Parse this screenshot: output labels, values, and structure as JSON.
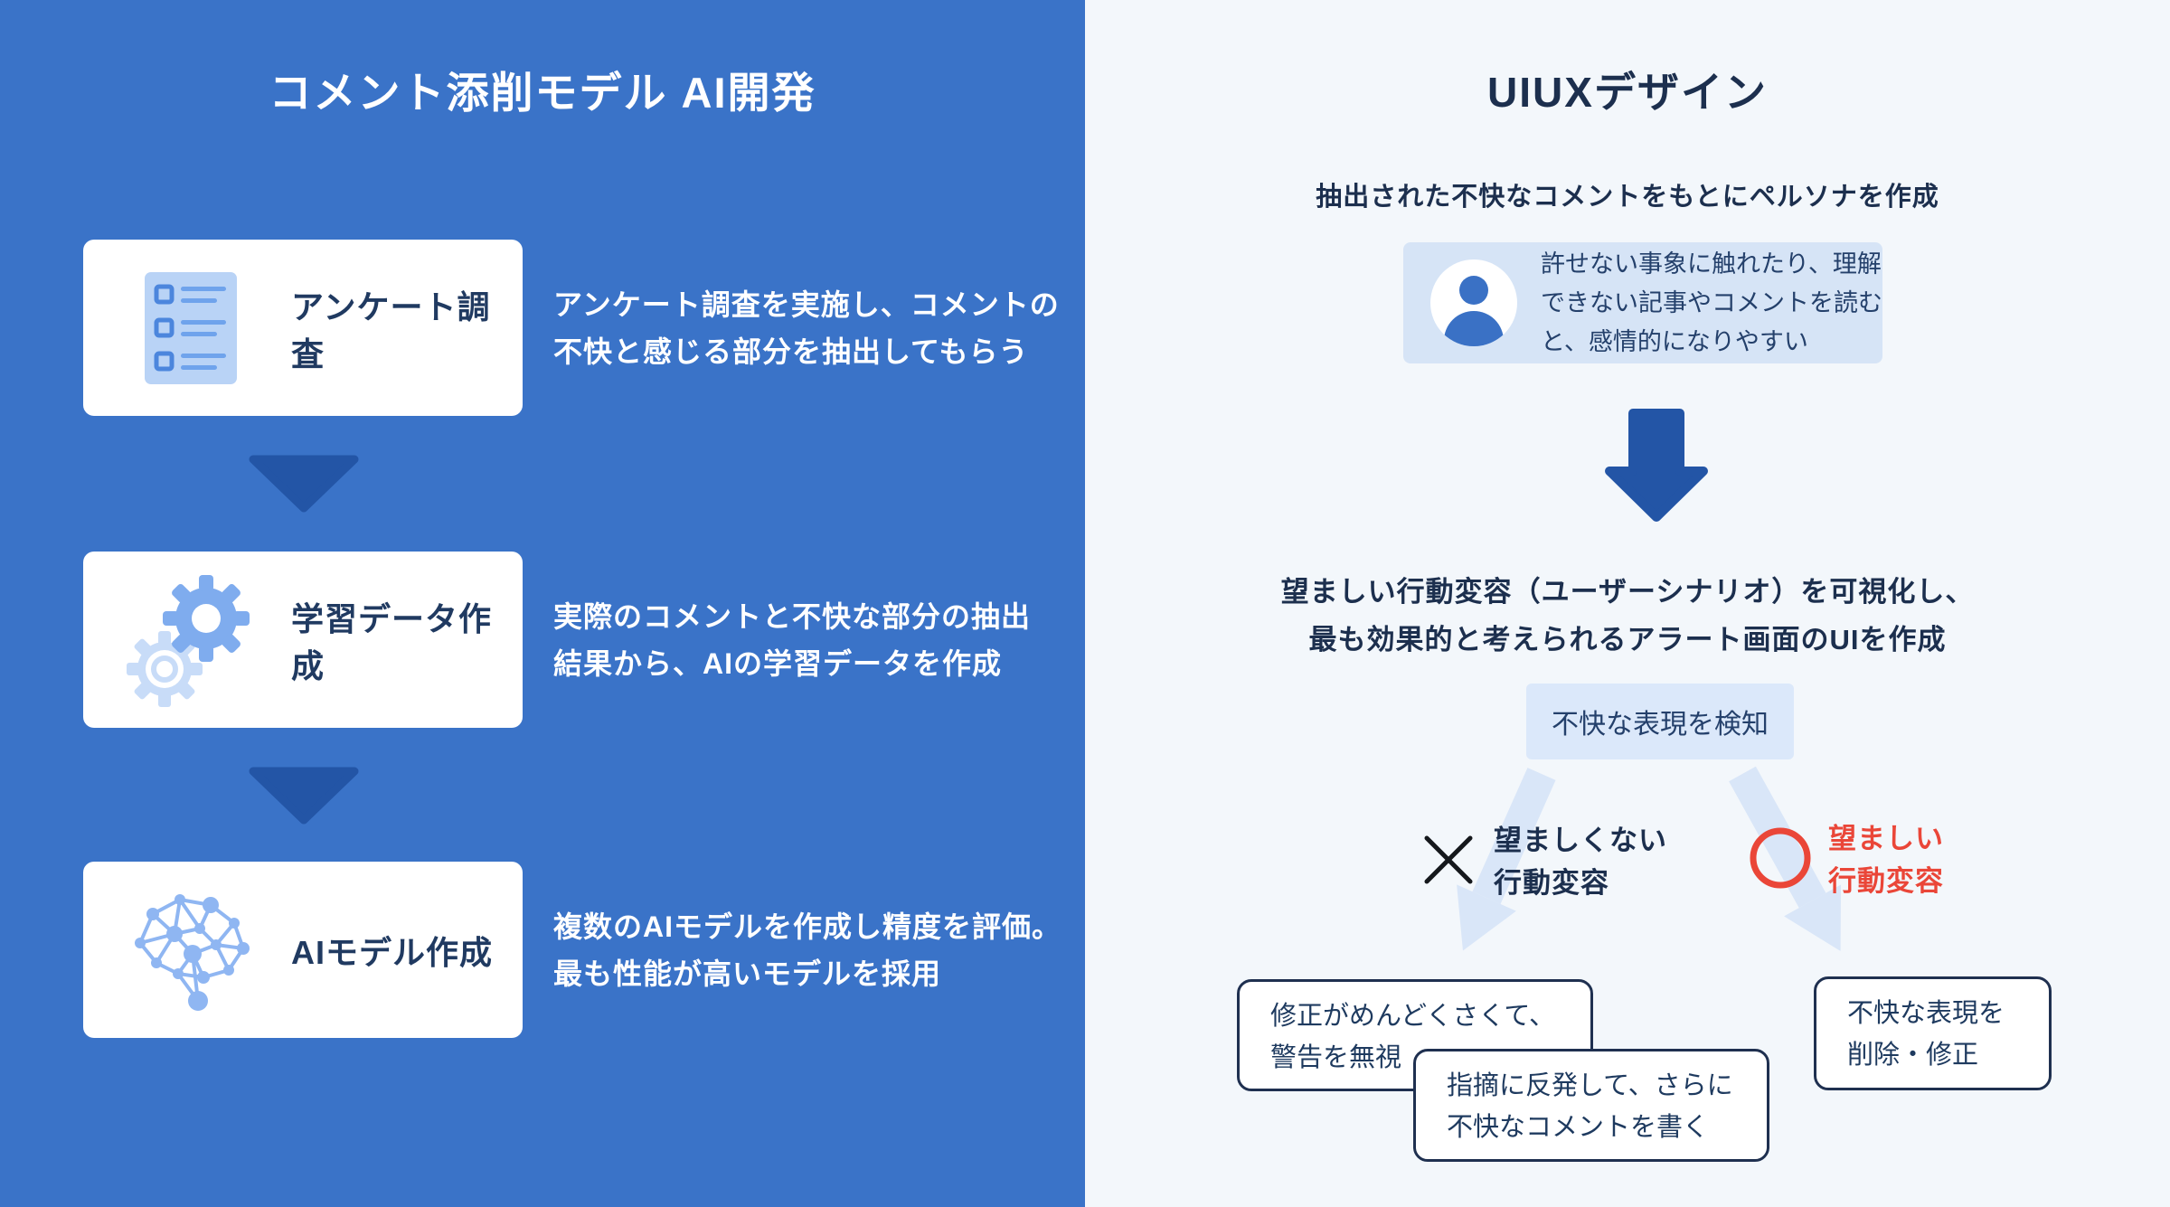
{
  "left_panel": {
    "title": "コメント添削モデル AI開発",
    "steps": [
      {
        "label": "アンケート調査",
        "icon": "survey-icon",
        "description": "アンケート調査を実施し、コメントの\n不快と感じる部分を抽出してもらう"
      },
      {
        "label": "学習データ作成",
        "icon": "gears-icon",
        "description": "実際のコメントと不快な部分の抽出\n結果から、AIの学習データを作成"
      },
      {
        "label": "AIモデル作成",
        "icon": "brain-icon",
        "description": "複数のAIモデルを作成し精度を評価。\n最も性能が高いモデルを採用"
      }
    ]
  },
  "right_panel": {
    "title": "UIUXデザイン",
    "persona_heading": "抽出された不快なコメントをもとにペルソナを作成",
    "persona_card": {
      "icon": "person-icon",
      "text": "許せない事象に触れたり、理解\nできない記事やコメントを読む\nと、感情的になりやすい"
    },
    "scenario_heading": "望ましい行動変容（ユーザーシナリオ）を可視化し、\n最も効果的と考えられるアラート画面のUIを作成",
    "detect_box_label": "不快な表現を検知",
    "branches": {
      "bad": {
        "mark": "✕",
        "icon": "x-mark-icon",
        "label": "望ましくない\n行動変容"
      },
      "good": {
        "mark": "◯",
        "icon": "circle-mark-icon",
        "label": "望ましい\n行動変容"
      }
    },
    "outcomes": [
      {
        "text": "修正がめんどくさくて、\n警告を無視"
      },
      {
        "text": "指摘に反発して、さらに\n不快なコメントを書く"
      },
      {
        "text": "不快な表現を\n削除・修正"
      }
    ]
  },
  "colors": {
    "left_background": "#3A73C8",
    "dark_blue_accent": "#2355A6",
    "right_background": "#F3F7FB",
    "navy_text": "#1C2F4E",
    "card_label_navy": "#203A61",
    "persona_card_fill": "#D6E4F6",
    "detect_box_fill": "#DBE8FA",
    "diagonal_arrow_fill": "#D9E6F8",
    "red_accent": "#EA4638",
    "white": "#FFFFFF"
  }
}
